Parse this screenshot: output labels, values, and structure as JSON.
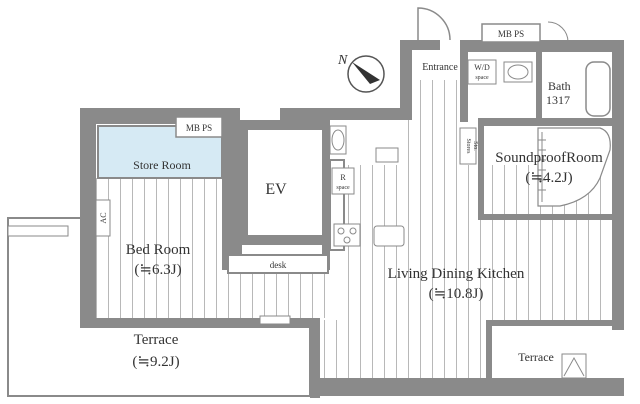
{
  "floorplan": {
    "rooms": {
      "bed_room": {
        "name": "Bed Room",
        "area": "(≒6.3J)"
      },
      "living_dining_kitchen": {
        "name": "Living Dining Kitchen",
        "area": "(≒10.8J)"
      },
      "soundproof_room": {
        "name": "SoundproofRoom",
        "area": "(≒4.2J)"
      },
      "terrace_left": {
        "name": "Terrace",
        "area": "(≒9.2J)"
      },
      "terrace_right": {
        "name": "Terrace"
      },
      "store_room": {
        "name": "Store Room"
      },
      "ev": {
        "name": "EV"
      },
      "bath": {
        "name": "Bath",
        "size": "1317"
      },
      "entrance": {
        "name": "Entrance"
      }
    },
    "fixtures": {
      "mb_ps_top": "MB PS",
      "mb_ps_left": "MB PS",
      "wd_space": [
        "W/D",
        "space"
      ],
      "r_space": [
        "R",
        "space"
      ],
      "stores_sto": [
        "Stores",
        "Sto."
      ],
      "desk": "desk",
      "ac": "AC"
    },
    "compass": {
      "label": "N"
    },
    "colors": {
      "wall": "#8a8a8a",
      "floor_stripe": "#b8b8b8",
      "store_room_fill": "#d6eaf4",
      "background": "#ffffff"
    }
  }
}
